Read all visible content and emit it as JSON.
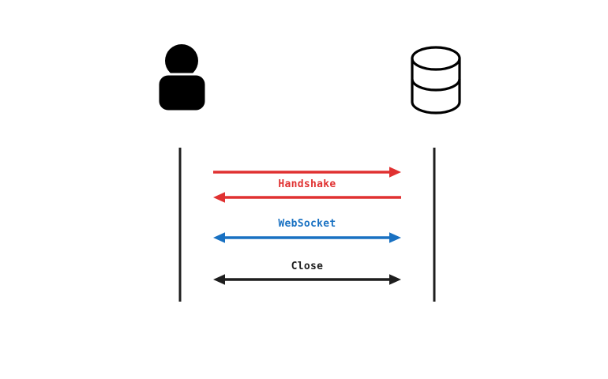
{
  "page": {
    "background": "#ffffff"
  },
  "diagram": {
    "type": "sequence-diagram",
    "actors": [
      {
        "id": "client",
        "icon": "person-icon",
        "side": "left",
        "color": "#000000"
      },
      {
        "id": "server",
        "icon": "database-icon",
        "side": "right",
        "color": "#000000"
      }
    ],
    "lifelines": {
      "color": "#1e1e1e"
    },
    "messages": [
      {
        "label": "Handshake",
        "color": "#e03131",
        "arrows": [
          "right",
          "left"
        ]
      },
      {
        "label": "WebSocket",
        "color": "#1971c2",
        "arrows": [
          "both"
        ]
      },
      {
        "label": "Close",
        "color": "#1e1e1e",
        "arrows": [
          "both"
        ]
      }
    ]
  }
}
